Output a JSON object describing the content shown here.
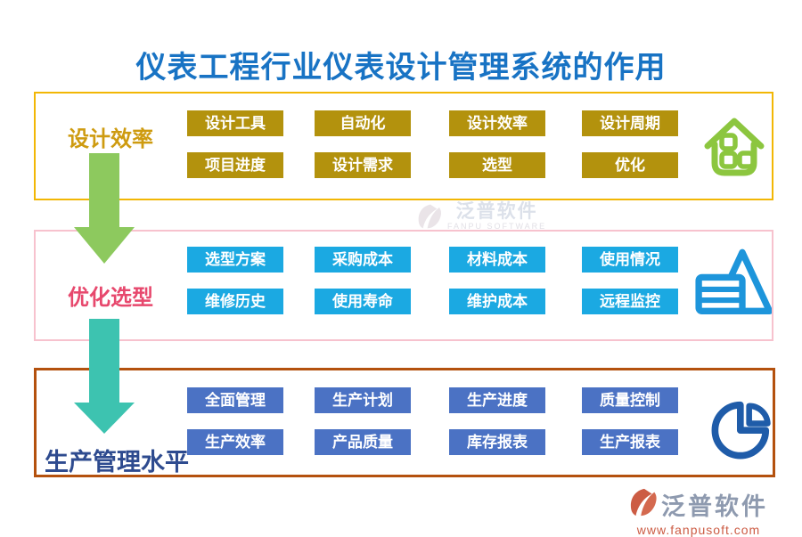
{
  "page": {
    "title": "仪表工程行业仪表设计管理系统的作用",
    "title_color": "#1873C4"
  },
  "sections": [
    {
      "label": "设计效率",
      "border_color": "#F2B705",
      "label_color": "#CE9B10",
      "button_color": "#B3920D",
      "icon": "home-icon",
      "icon_color": "#8CC63F",
      "buttons": [
        "设计工具",
        "自动化",
        "设计效率",
        "设计周期",
        "项目进度",
        "设计需求",
        "选型",
        "优化"
      ]
    },
    {
      "label": "优化选型",
      "border_color": "#F7C2CE",
      "label_color": "#E7486D",
      "button_color": "#1BA9E2",
      "icon": "pyramid-list-icon",
      "icon_color": "#1D95DB",
      "buttons": [
        "选型方案",
        "采购成本",
        "材料成本",
        "使用情况",
        "维修历史",
        "使用寿命",
        "维护成本",
        "远程监控"
      ]
    },
    {
      "label": "生产管理水平",
      "border_color": "#B4510E",
      "label_color": "#2E4B8F",
      "button_color": "#4B72C4",
      "icon": "pie-chart-icon",
      "icon_color": "#1F5CA9",
      "buttons": [
        "全面管理",
        "生产计划",
        "生产进度",
        "质量控制",
        "生产效率",
        "产品质量",
        "库存报表",
        "生产报表"
      ]
    }
  ],
  "arrows": [
    {
      "from": "设计效率",
      "to": "优化选型",
      "color": "#8DC95E"
    },
    {
      "from": "优化选型",
      "to": "生产管理水平",
      "color": "#3DC3B0"
    }
  ],
  "watermark": {
    "brand": "泛普软件",
    "subtitle": "FANPU SOFTWARE"
  },
  "footer": {
    "brand": "泛普软件",
    "url": "www.fanpusoft.com",
    "brand_color": "#8E9AAF",
    "url_color": "#CC5C44"
  }
}
